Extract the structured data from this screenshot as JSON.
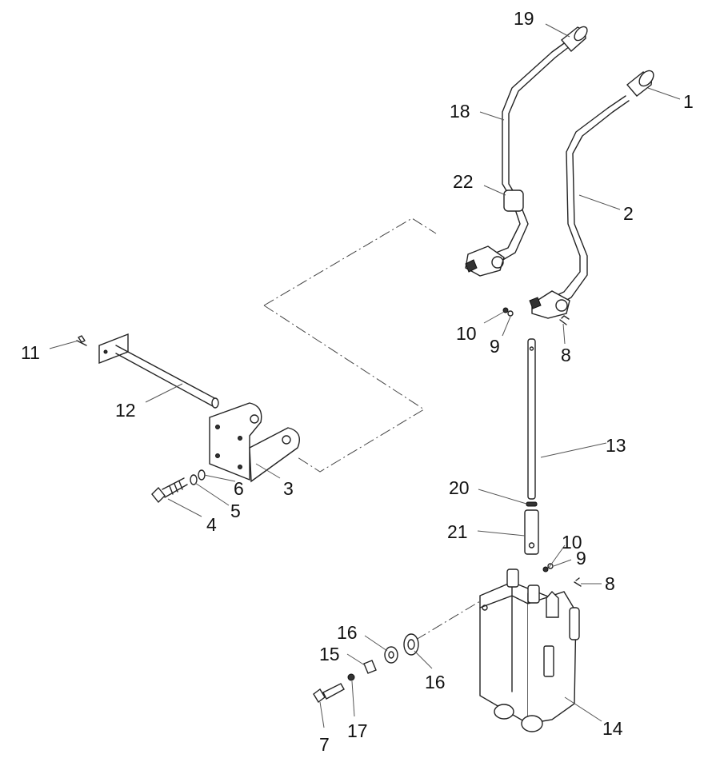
{
  "diagram": {
    "type": "exploded-parts-diagram",
    "callouts": [
      "19",
      "1",
      "18",
      "22",
      "2",
      "10",
      "9",
      "8",
      "11",
      "12",
      "13",
      "6",
      "3",
      "5",
      "4",
      "20",
      "21",
      "10",
      "9",
      "8",
      "16",
      "15",
      "16",
      "17",
      "7",
      "14"
    ]
  }
}
